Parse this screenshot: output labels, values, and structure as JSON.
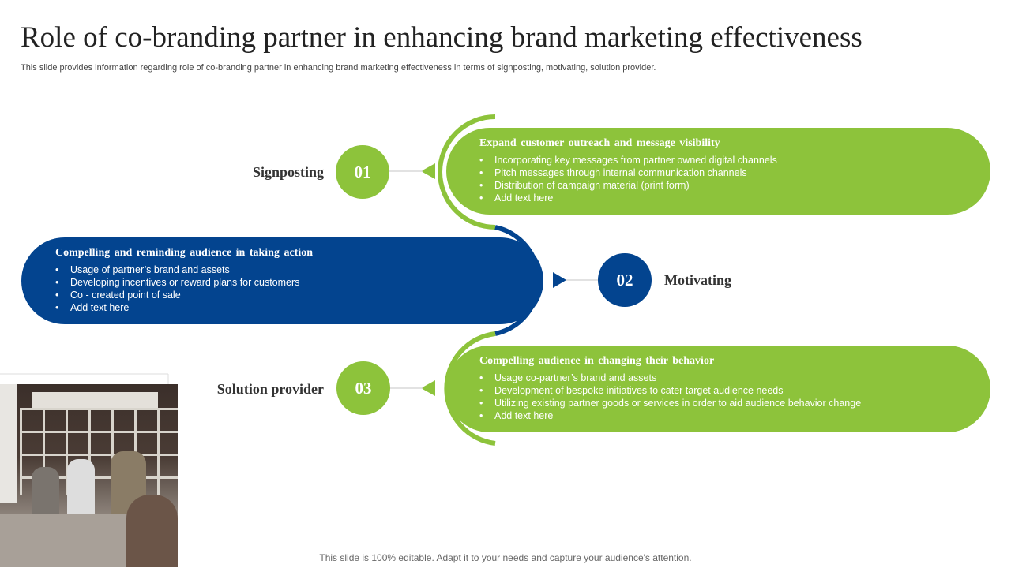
{
  "title": "Role of co-branding partner in enhancing brand marketing effectiveness",
  "subtitle": "This slide provides information regarding role of co-branding partner in enhancing brand marketing effectiveness in terms of signposting, motivating, solution provider.",
  "colors": {
    "green": "#8dc33b",
    "blue": "#03448f"
  },
  "items": [
    {
      "number": "01",
      "label": "Signposting",
      "heading": "Expand customer outreach and message visibility",
      "bullets": [
        "Incorporating key messages from partner owned digital channels",
        "Pitch messages through internal communication channels",
        "Distribution of campaign material (print form)",
        "Add text here"
      ]
    },
    {
      "number": "02",
      "label": "Motivating",
      "heading": "Compelling and reminding audience in taking action",
      "bullets": [
        "Usage of partner’s brand and assets",
        "Developing incentives or reward plans for customers",
        "Co - created point of sale",
        "Add text here"
      ]
    },
    {
      "number": "03",
      "label": "Solution provider",
      "heading": "Compelling audience in changing their behavior",
      "bullets": [
        "Usage co-partner’s brand and assets",
        "Development of bespoke initiatives to cater target audience needs",
        "Utilizing existing partner goods or services in order to aid audience behavior change",
        "Add text here"
      ]
    }
  ],
  "footer": "This slide is 100% editable. Adapt it to your needs and capture your audience's attention."
}
